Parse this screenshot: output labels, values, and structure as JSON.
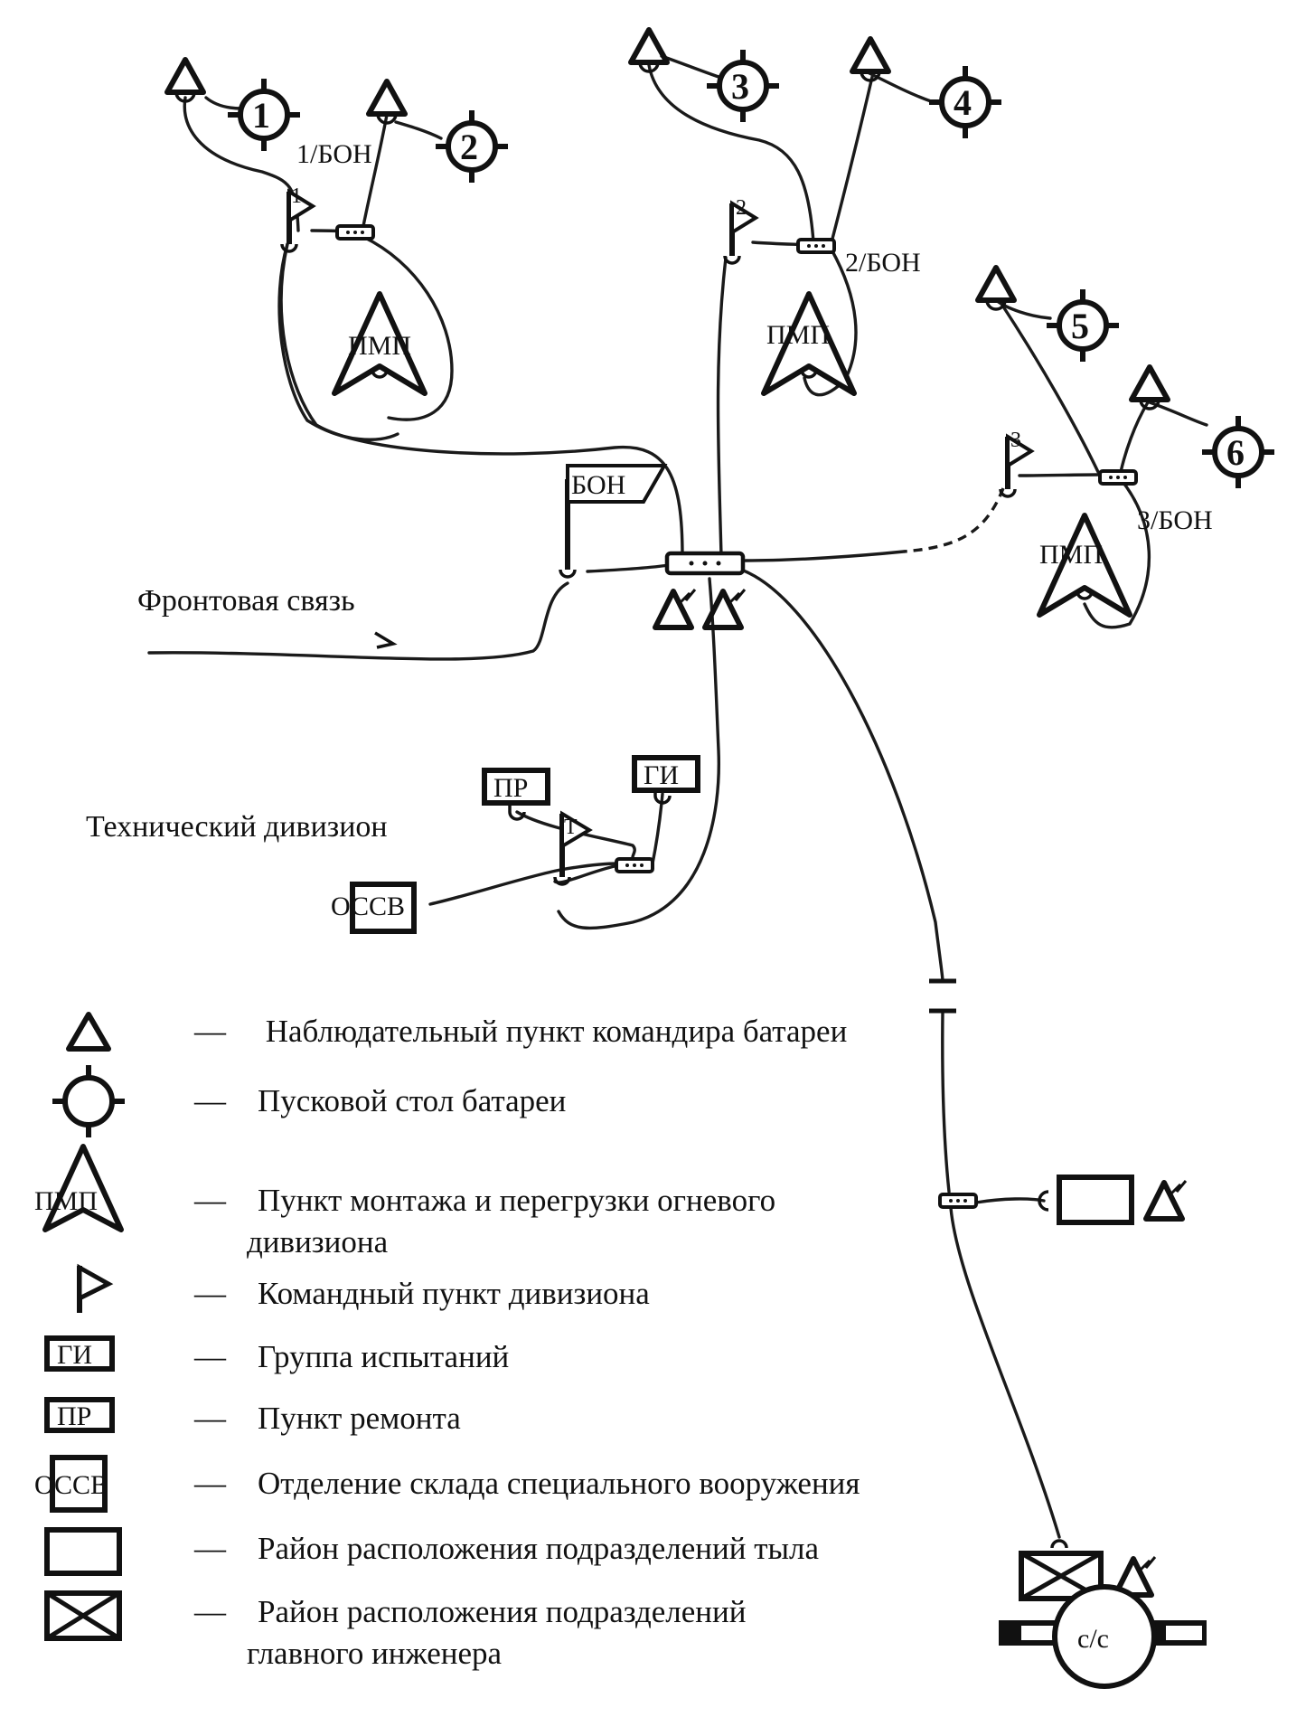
{
  "labels": {
    "battery_numbers": [
      "1",
      "2",
      "3",
      "4",
      "5",
      "6"
    ],
    "division_numbers": [
      "1",
      "2",
      "3"
    ],
    "bon_1": "1/БОН",
    "bon_2": "2/БОН",
    "bon_3": "3/БОН",
    "bon_flag": "БОН",
    "pmp": "ПМП",
    "front_comm": "Фронтовая связь",
    "technical_division": "Технический дивизион",
    "tech_cp_letter": "Т",
    "pr": "ПР",
    "gi": "ГИ",
    "ossv": "ОССВ",
    "cc": "с/с"
  },
  "legend": {
    "dash": "—",
    "items": [
      {
        "symbol": "triangle-icon",
        "text": "Наблюдательный пункт командира батареи"
      },
      {
        "symbol": "launch-table-icon",
        "text": "Пусковой стол батареи"
      },
      {
        "symbol": "pmp-icon",
        "symbol_text": "ПМП",
        "text": "Пункт монтажа и перегрузки огневого",
        "text_2": "дивизиона"
      },
      {
        "symbol": "flag-icon",
        "text": "Командный пункт дивизиона"
      },
      {
        "symbol": "box-label-icon",
        "symbol_text": "ГИ",
        "text": "Группа испытаний"
      },
      {
        "symbol": "box-label-icon",
        "symbol_text": "ПР",
        "text": "Пункт ремонта"
      },
      {
        "symbol": "box-label-icon",
        "symbol_text": "ОССВ",
        "text": "Отделение склада специального вооружения"
      },
      {
        "symbol": "rect-icon",
        "text": "Район расположения подразделений тыла"
      },
      {
        "symbol": "crossed-rect-icon",
        "text": "Район расположения подразделений",
        "text_2": "главного инженера"
      }
    ]
  }
}
